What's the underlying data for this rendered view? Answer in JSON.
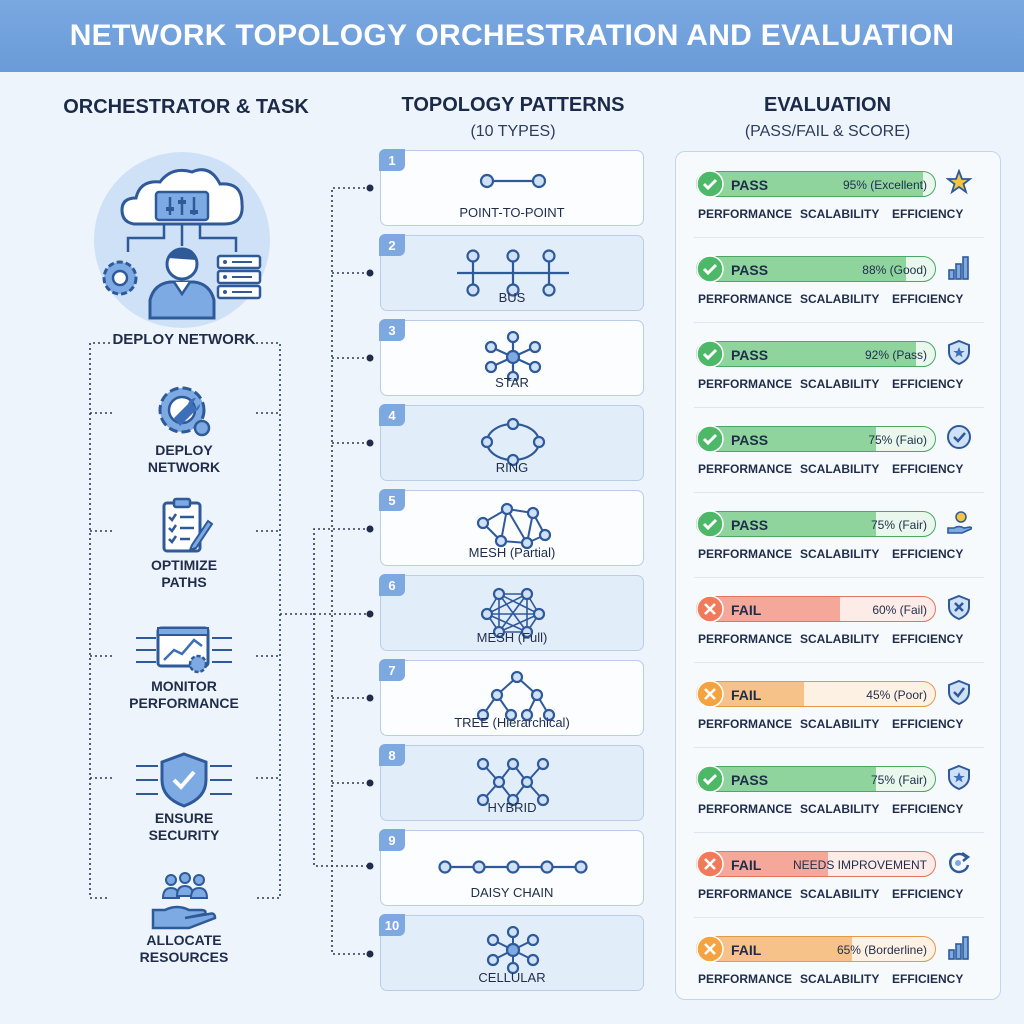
{
  "title": "NETWORK TOPOLOGY ORCHESTRATION AND EVALUATION",
  "columns": {
    "left": {
      "title": "ORCHESTRATOR & TASK"
    },
    "middle": {
      "title": "TOPOLOGY PATTERNS",
      "subtitle": "(10 TYPES)"
    },
    "right": {
      "title": "EVALUATION",
      "subtitle": "(PASS/FAIL & SCORE)"
    }
  },
  "orchestrator": {
    "label": "DEPLOY NETWORK"
  },
  "tasks": [
    {
      "label": "DEPLOY\nNETWORK",
      "icon": "gear-wrench-icon"
    },
    {
      "label": "OPTIMIZE\nPATHS",
      "icon": "clipboard-checklist-icon"
    },
    {
      "label": "MONITOR\nPERFORMANCE",
      "icon": "monitor-chart-icon"
    },
    {
      "label": "ENSURE\nSECURITY",
      "icon": "shield-check-icon"
    },
    {
      "label": "ALLOCATE\nRESOURCES",
      "icon": "hand-people-icon"
    }
  ],
  "topologies": [
    {
      "number": "1",
      "label": "POINT-TO-POINT",
      "diagram": "point-to-point"
    },
    {
      "number": "2",
      "label": "BUS",
      "diagram": "bus"
    },
    {
      "number": "3",
      "label": "STAR",
      "diagram": "star"
    },
    {
      "number": "4",
      "label": "RING",
      "diagram": "ring"
    },
    {
      "number": "5",
      "label": "MESH (Partial)",
      "diagram": "mesh-partial"
    },
    {
      "number": "6",
      "label": "MESH (Full)",
      "diagram": "mesh-full"
    },
    {
      "number": "7",
      "label": "TREE (Hierarchical)",
      "diagram": "tree"
    },
    {
      "number": "8",
      "label": "HYBRID",
      "diagram": "hybrid"
    },
    {
      "number": "9",
      "label": "DAISY CHAIN",
      "diagram": "daisy-chain"
    },
    {
      "number": "10",
      "label": "CELLULAR",
      "diagram": "cellular"
    }
  ],
  "metric_labels": [
    "PERFORMANCE",
    "SCALABILITY",
    "EFFICIENCY"
  ],
  "evaluations": [
    {
      "status": "PASS",
      "score_text": "95% (Excellent)",
      "fill_percent": 95,
      "icon": "star-icon"
    },
    {
      "status": "PASS",
      "score_text": "88% (Good)",
      "fill_percent": 88,
      "icon": "bar-chart-icon"
    },
    {
      "status": "PASS",
      "score_text": "92% (Pass)",
      "fill_percent": 92,
      "icon": "shield-star-icon"
    },
    {
      "status": "PASS",
      "score_text": "75% (Faio)",
      "fill_percent": 75,
      "icon": "check-circle-icon"
    },
    {
      "status": "PASS",
      "score_text": "75% (Fair)",
      "fill_percent": 75,
      "icon": "hand-coin-icon"
    },
    {
      "status": "FAIL",
      "score_text": "60% (Fail)",
      "fill_percent": 60,
      "icon": "shield-x-icon"
    },
    {
      "status": "FAIL",
      "score_text": "45% (Poor)",
      "fill_percent": 45,
      "icon": "shield-check-icon"
    },
    {
      "status": "PASS",
      "score_text": "75% (Fair)",
      "fill_percent": 75,
      "icon": "shield-star-icon"
    },
    {
      "status": "FAIL",
      "score_text": "NEEDS IMPROVEMENT",
      "fill_percent": 55,
      "icon": "refresh-arrow-icon"
    },
    {
      "status": "FAIL",
      "score_text": "65% (Borderline)",
      "fill_percent": 65,
      "icon": "bar-chart-icon"
    }
  ],
  "colors": {
    "header": "#6a9bd8",
    "accent": "#7ea8e0",
    "icon": "#3d6fb8",
    "pass": "#5fc37a",
    "fail": "#f07a5a",
    "warn": "#f5a340"
  }
}
